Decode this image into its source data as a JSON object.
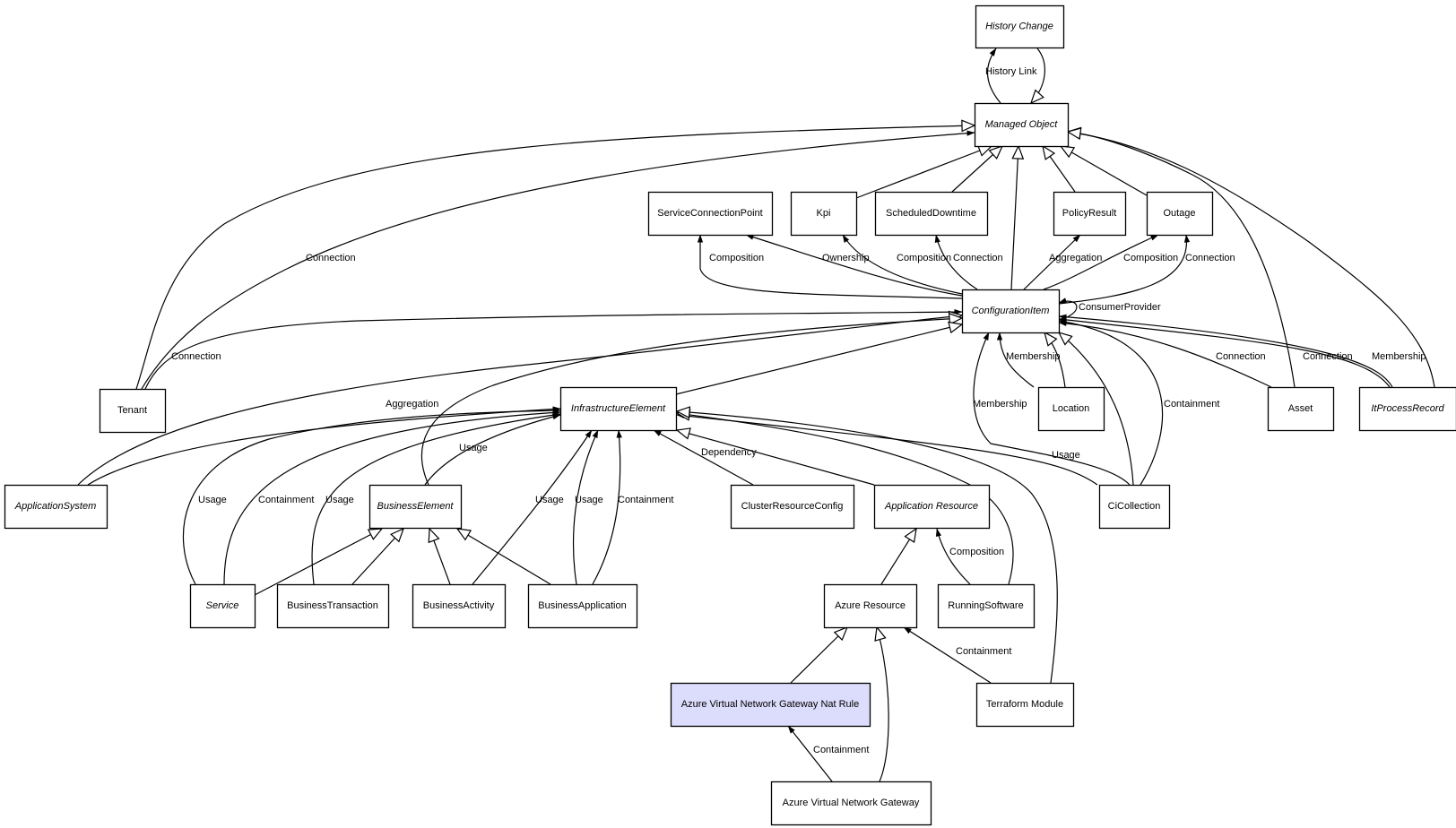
{
  "diagram": {
    "title": "Azure Virtual Network Gateway Nat Rule class diagram",
    "highlight_color": "#dcdcfc",
    "nodes": [
      {
        "id": "history_change",
        "label": "History Change",
        "abstract": true
      },
      {
        "id": "managed_object",
        "label": "Managed Object",
        "abstract": true
      },
      {
        "id": "service_connection_point",
        "label": "ServiceConnectionPoint",
        "abstract": false
      },
      {
        "id": "kpi",
        "label": "Kpi",
        "abstract": false
      },
      {
        "id": "scheduled_downtime",
        "label": "ScheduledDowntime",
        "abstract": false
      },
      {
        "id": "policy_result",
        "label": "PolicyResult",
        "abstract": false
      },
      {
        "id": "outage",
        "label": "Outage",
        "abstract": false
      },
      {
        "id": "configuration_item",
        "label": "ConfigurationItem",
        "abstract": true
      },
      {
        "id": "tenant",
        "label": "Tenant",
        "abstract": false
      },
      {
        "id": "infrastructure_element",
        "label": "InfrastructureElement",
        "abstract": true
      },
      {
        "id": "location",
        "label": "Location",
        "abstract": false
      },
      {
        "id": "asset",
        "label": "Asset",
        "abstract": false
      },
      {
        "id": "it_process_record",
        "label": "ItProcessRecord",
        "abstract": true
      },
      {
        "id": "application_system",
        "label": "ApplicationSystem",
        "abstract": true
      },
      {
        "id": "business_element",
        "label": "BusinessElement",
        "abstract": true
      },
      {
        "id": "cluster_resource_config",
        "label": "ClusterResourceConfig",
        "abstract": false
      },
      {
        "id": "application_resource",
        "label": "Application Resource",
        "abstract": true
      },
      {
        "id": "ci_collection",
        "label": "CiCollection",
        "abstract": false
      },
      {
        "id": "service",
        "label": "Service",
        "abstract": true
      },
      {
        "id": "business_transaction",
        "label": "BusinessTransaction",
        "abstract": false
      },
      {
        "id": "business_activity",
        "label": "BusinessActivity",
        "abstract": false
      },
      {
        "id": "business_application",
        "label": "BusinessApplication",
        "abstract": false
      },
      {
        "id": "azure_resource",
        "label": "Azure Resource",
        "abstract": false
      },
      {
        "id": "running_software",
        "label": "RunningSoftware",
        "abstract": false
      },
      {
        "id": "azure_vng_nat_rule",
        "label": "Azure Virtual Network Gateway Nat Rule",
        "abstract": false,
        "highlight": true
      },
      {
        "id": "terraform_module",
        "label": "Terraform Module",
        "abstract": false
      },
      {
        "id": "azure_vng",
        "label": "Azure Virtual Network Gateway",
        "abstract": false
      }
    ],
    "edges": [
      {
        "from": "managed_object",
        "to": "history_change",
        "kind": "association",
        "label": "History Link"
      },
      {
        "from": "history_change",
        "to": "managed_object",
        "kind": "generalization",
        "label": ""
      },
      {
        "from": "tenant",
        "to": "managed_object",
        "kind": "generalization",
        "label": ""
      },
      {
        "from": "tenant",
        "to": "managed_object",
        "kind": "association",
        "label": "Connection"
      },
      {
        "from": "kpi",
        "to": "managed_object",
        "kind": "generalization",
        "label": ""
      },
      {
        "from": "scheduled_downtime",
        "to": "managed_object",
        "kind": "generalization",
        "label": ""
      },
      {
        "from": "configuration_item",
        "to": "managed_object",
        "kind": "generalization",
        "label": ""
      },
      {
        "from": "policy_result",
        "to": "managed_object",
        "kind": "generalization",
        "label": ""
      },
      {
        "from": "outage",
        "to": "managed_object",
        "kind": "generalization",
        "label": ""
      },
      {
        "from": "asset",
        "to": "managed_object",
        "kind": "generalization",
        "label": ""
      },
      {
        "from": "it_process_record",
        "to": "managed_object",
        "kind": "generalization",
        "label": ""
      },
      {
        "from": "configuration_item",
        "to": "service_connection_point",
        "kind": "association",
        "label": "Composition"
      },
      {
        "from": "configuration_item",
        "to": "service_connection_point",
        "kind": "association",
        "label": "Ownership"
      },
      {
        "from": "configuration_item",
        "to": "kpi",
        "kind": "association",
        "label": "Composition"
      },
      {
        "from": "configuration_item",
        "to": "scheduled_downtime",
        "kind": "association",
        "label": "Connection"
      },
      {
        "from": "configuration_item",
        "to": "policy_result",
        "kind": "association",
        "label": "Aggregation"
      },
      {
        "from": "configuration_item",
        "to": "outage",
        "kind": "association",
        "label": "Composition"
      },
      {
        "from": "configuration_item",
        "to": "outage",
        "kind": "association",
        "label": "Connection"
      },
      {
        "from": "configuration_item",
        "to": "configuration_item",
        "kind": "association",
        "label": "ConsumerProvider"
      },
      {
        "from": "tenant",
        "to": "configuration_item",
        "kind": "association",
        "label": "Connection"
      },
      {
        "from": "application_system",
        "to": "configuration_item",
        "kind": "generalization",
        "label": ""
      },
      {
        "from": "business_element",
        "to": "configuration_item",
        "kind": "generalization",
        "label": ""
      },
      {
        "from": "infrastructure_element",
        "to": "configuration_item",
        "kind": "generalization",
        "label": ""
      },
      {
        "from": "location",
        "to": "configuration_item",
        "kind": "association",
        "label": "Membership"
      },
      {
        "from": "location",
        "to": "configuration_item",
        "kind": "generalization",
        "label": ""
      },
      {
        "from": "ci_collection",
        "to": "configuration_item",
        "kind": "association",
        "label": "Membership"
      },
      {
        "from": "ci_collection",
        "to": "configuration_item",
        "kind": "generalization",
        "label": ""
      },
      {
        "from": "ci_collection",
        "to": "configuration_item",
        "kind": "association",
        "label": "Containment"
      },
      {
        "from": "asset",
        "to": "configuration_item",
        "kind": "association",
        "label": "Connection"
      },
      {
        "from": "it_process_record",
        "to": "configuration_item",
        "kind": "association",
        "label": "Connection"
      },
      {
        "from": "it_process_record",
        "to": "configuration_item",
        "kind": "association",
        "label": "Membership"
      },
      {
        "from": "application_system",
        "to": "infrastructure_element",
        "kind": "association",
        "label": "Aggregation"
      },
      {
        "from": "service",
        "to": "infrastructure_element",
        "kind": "association",
        "label": "Usage"
      },
      {
        "from": "service",
        "to": "infrastructure_element",
        "kind": "association",
        "label": "Containment"
      },
      {
        "from": "business_transaction",
        "to": "infrastructure_element",
        "kind": "association",
        "label": "Usage"
      },
      {
        "from": "business_element",
        "to": "infrastructure_element",
        "kind": "association",
        "label": "Usage"
      },
      {
        "from": "business_activity",
        "to": "infrastructure_element",
        "kind": "association",
        "label": "Usage"
      },
      {
        "from": "business_application",
        "to": "infrastructure_element",
        "kind": "association",
        "label": "Usage"
      },
      {
        "from": "business_application",
        "to": "infrastructure_element",
        "kind": "association",
        "label": "Containment"
      },
      {
        "from": "cluster_resource_config",
        "to": "infrastructure_element",
        "kind": "association",
        "label": "Dependency"
      },
      {
        "from": "application_resource",
        "to": "infrastructure_element",
        "kind": "generalization",
        "label": ""
      },
      {
        "from": "ci_collection",
        "to": "infrastructure_element",
        "kind": "association",
        "label": "Usage"
      },
      {
        "from": "running_software",
        "to": "infrastructure_element",
        "kind": "generalization",
        "label": ""
      },
      {
        "from": "terraform_module",
        "to": "infrastructure_element",
        "kind": "generalization",
        "label": ""
      },
      {
        "from": "service",
        "to": "business_element",
        "kind": "generalization",
        "label": ""
      },
      {
        "from": "business_transaction",
        "to": "business_element",
        "kind": "generalization",
        "label": ""
      },
      {
        "from": "business_activity",
        "to": "business_element",
        "kind": "generalization",
        "label": ""
      },
      {
        "from": "business_application",
        "to": "business_element",
        "kind": "generalization",
        "label": ""
      },
      {
        "from": "azure_resource",
        "to": "application_resource",
        "kind": "generalization",
        "label": ""
      },
      {
        "from": "running_software",
        "to": "application_resource",
        "kind": "association",
        "label": "Composition"
      },
      {
        "from": "azure_vng_nat_rule",
        "to": "azure_resource",
        "kind": "generalization",
        "label": ""
      },
      {
        "from": "azure_vng",
        "to": "azure_resource",
        "kind": "generalization",
        "label": ""
      },
      {
        "from": "terraform_module",
        "to": "azure_resource",
        "kind": "association",
        "label": "Containment"
      },
      {
        "from": "azure_vng",
        "to": "azure_vng_nat_rule",
        "kind": "association",
        "label": "Containment"
      }
    ]
  }
}
